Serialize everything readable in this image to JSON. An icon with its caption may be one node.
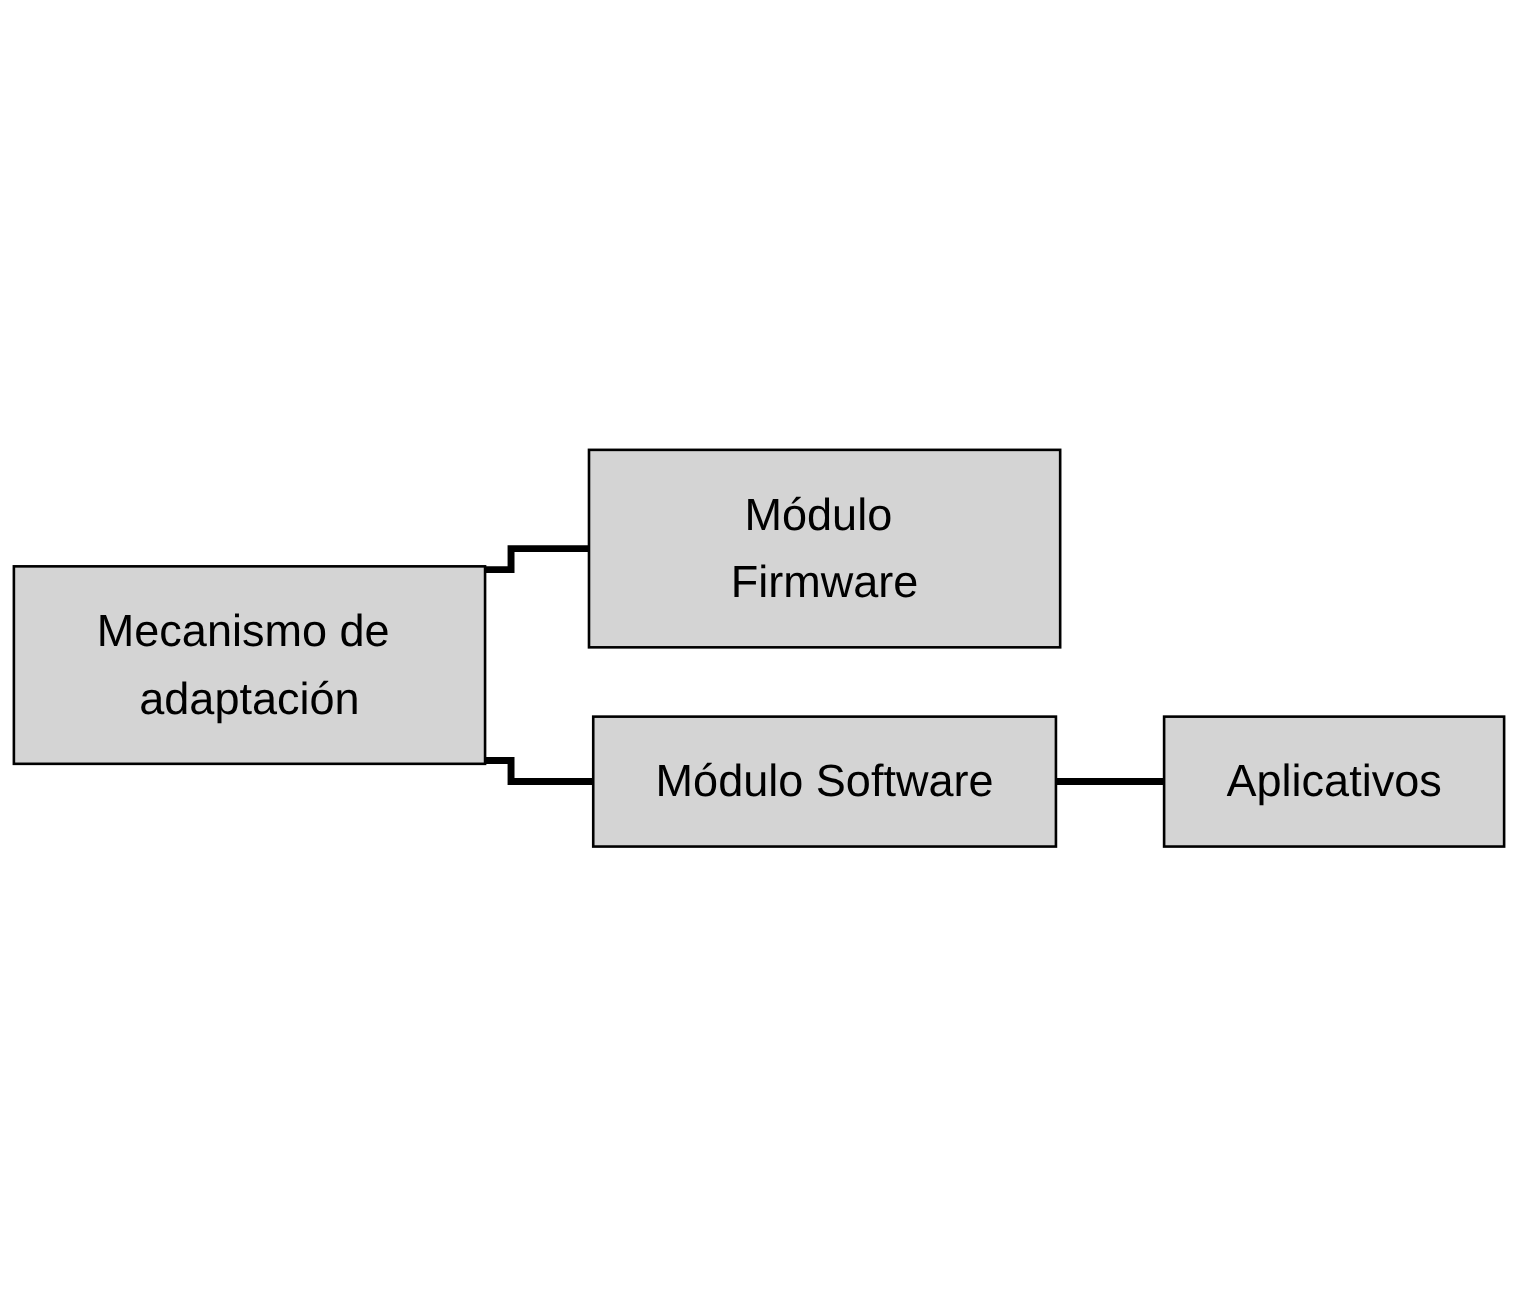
{
  "diagram": {
    "nodes": [
      {
        "text": [
          "Mecanismo de adaptación"
        ]
      },
      {
        "text": [
          "Módulo Firmware"
        ]
      },
      {
        "text": [
          "Módulo Software"
        ]
      },
      {
        "text": [
          "Aplicativos"
        ]
      }
    ],
    "edges": [
      {
        "from": 0,
        "to": 1,
        "arrow": "none"
      },
      {
        "from": 0,
        "to": 2,
        "arrow": "none"
      },
      {
        "from": 2,
        "to": 3,
        "arrow": "none"
      }
    ]
  }
}
